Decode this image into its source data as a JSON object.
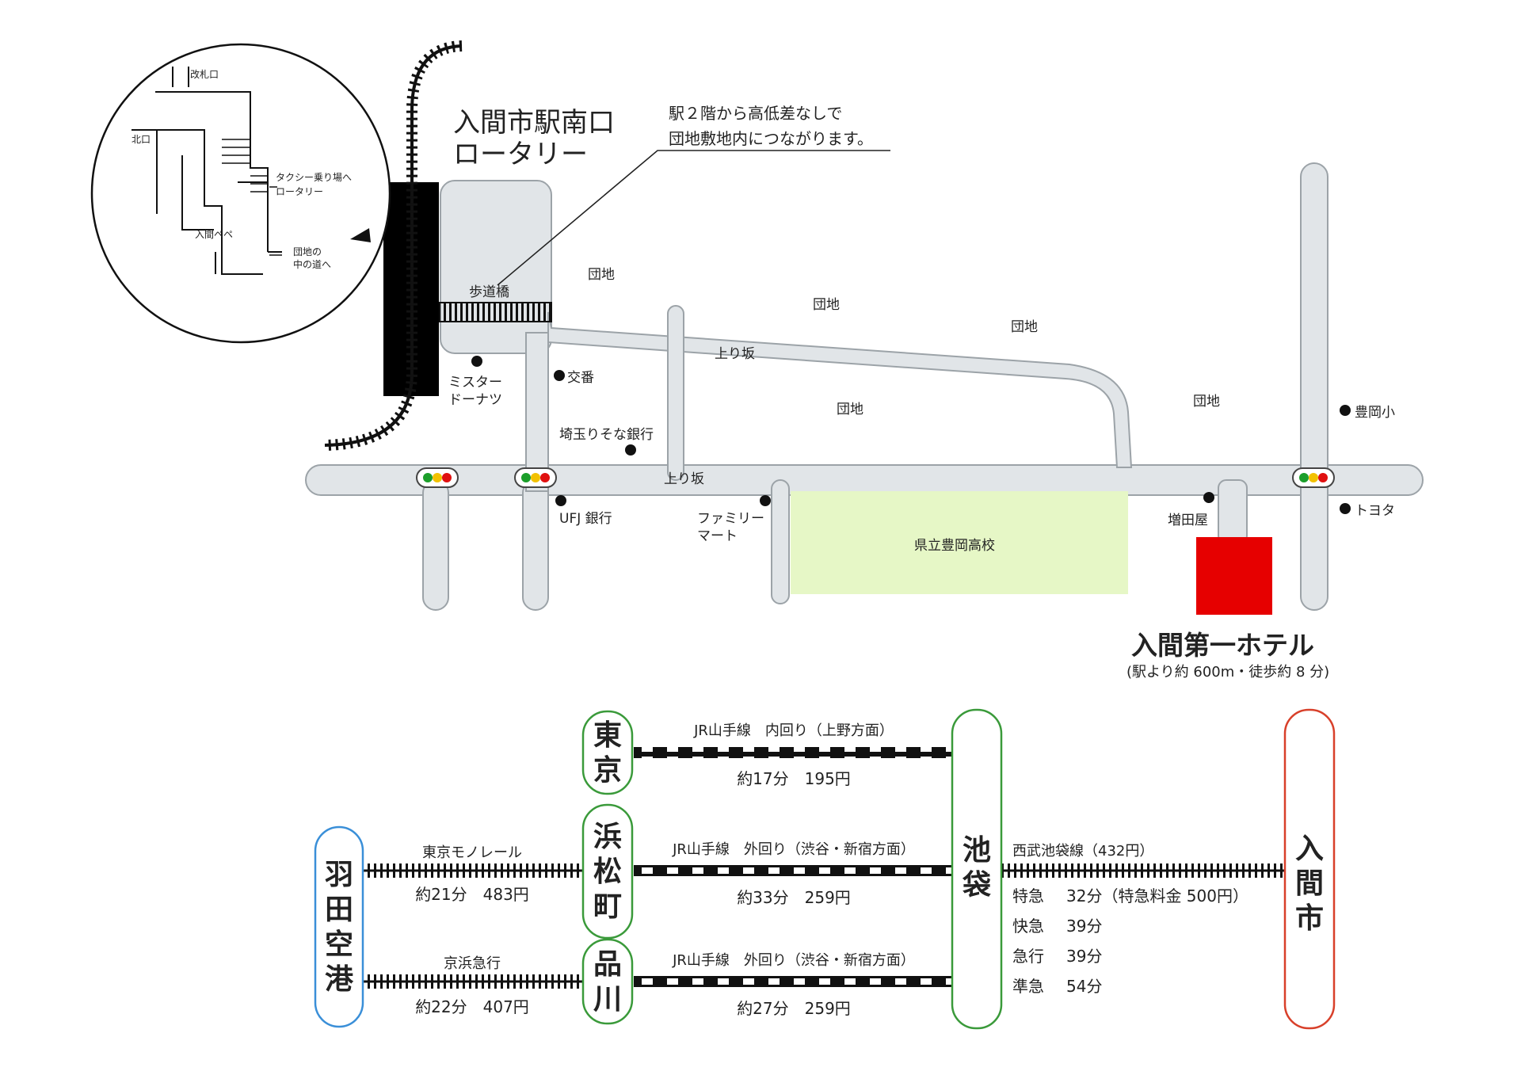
{
  "map": {
    "station_title_line1": "入間市駅南口",
    "station_title_line2": "ロータリー",
    "callout_line1": "駅２階から高低差なしで",
    "callout_line2": "団地敷地内につながります。",
    "footbridge": "歩道橋",
    "danchi": "団地",
    "uphill": "上り坂",
    "koban": "交番",
    "mister_donut_line1": "ミスター",
    "mister_donut_line2": "ドーナツ",
    "saitama_resona": "埼玉りそな銀行",
    "ufj": "UFJ 銀行",
    "familymart_line1": "ファミリー",
    "familymart_line2": "マート",
    "school": "県立豊岡高校",
    "masudaya": "増田屋",
    "toyooka_elem": "豊岡小",
    "toyota": "トヨタ",
    "hotel_name": "入間第一ホテル",
    "hotel_note": "(駅より約 600m・徒歩約 8 分)",
    "inset": {
      "kaisatsu": "改札口",
      "kitaguchi": "北口",
      "taxi": "タクシー乗り場へ",
      "rotary": "ロータリー",
      "iruma_dir": "入間ペペ",
      "danchi_road1": "団地の",
      "danchi_road2": "中の道へ"
    },
    "colors": {
      "road": "#e1e5e8",
      "school_area": "#e6f7c6",
      "hotel": "#e60000",
      "station": "#000000"
    }
  },
  "routes": {
    "stations": {
      "haneda": "羽田空港",
      "hamamatsucho": "浜松町",
      "tokyo": "東京",
      "shinagawa": "品川",
      "ikebukuro": "池袋",
      "irumashi": "入間市"
    },
    "lines": {
      "tokyo_line": "JR山手線　内回り（上野方面）",
      "tokyo_time": "約17分　195円",
      "hama_line": "JR山手線　外回り（渋谷・新宿方面）",
      "hama_time": "約33分　259円",
      "shina_line": "JR山手線　外回り（渋谷・新宿方面）",
      "shina_time": "約27分　259円",
      "monorail": "東京モノレール",
      "monorail_time": "約21分　483円",
      "keikyu": "京浜急行",
      "keikyu_time": "約22分　407円",
      "seibu": "西武池袋線（432円）"
    },
    "seibu_times": [
      {
        "type": "特急",
        "time": "32分（特急料金 500円）"
      },
      {
        "type": "快急",
        "time": "39分"
      },
      {
        "type": "急行",
        "time": "39分"
      },
      {
        "type": "準急",
        "time": "54分"
      }
    ],
    "colors": {
      "haneda_border": "#3a8fd8",
      "jr_border": "#3a9a3a",
      "iruma_border": "#d8402a"
    }
  }
}
